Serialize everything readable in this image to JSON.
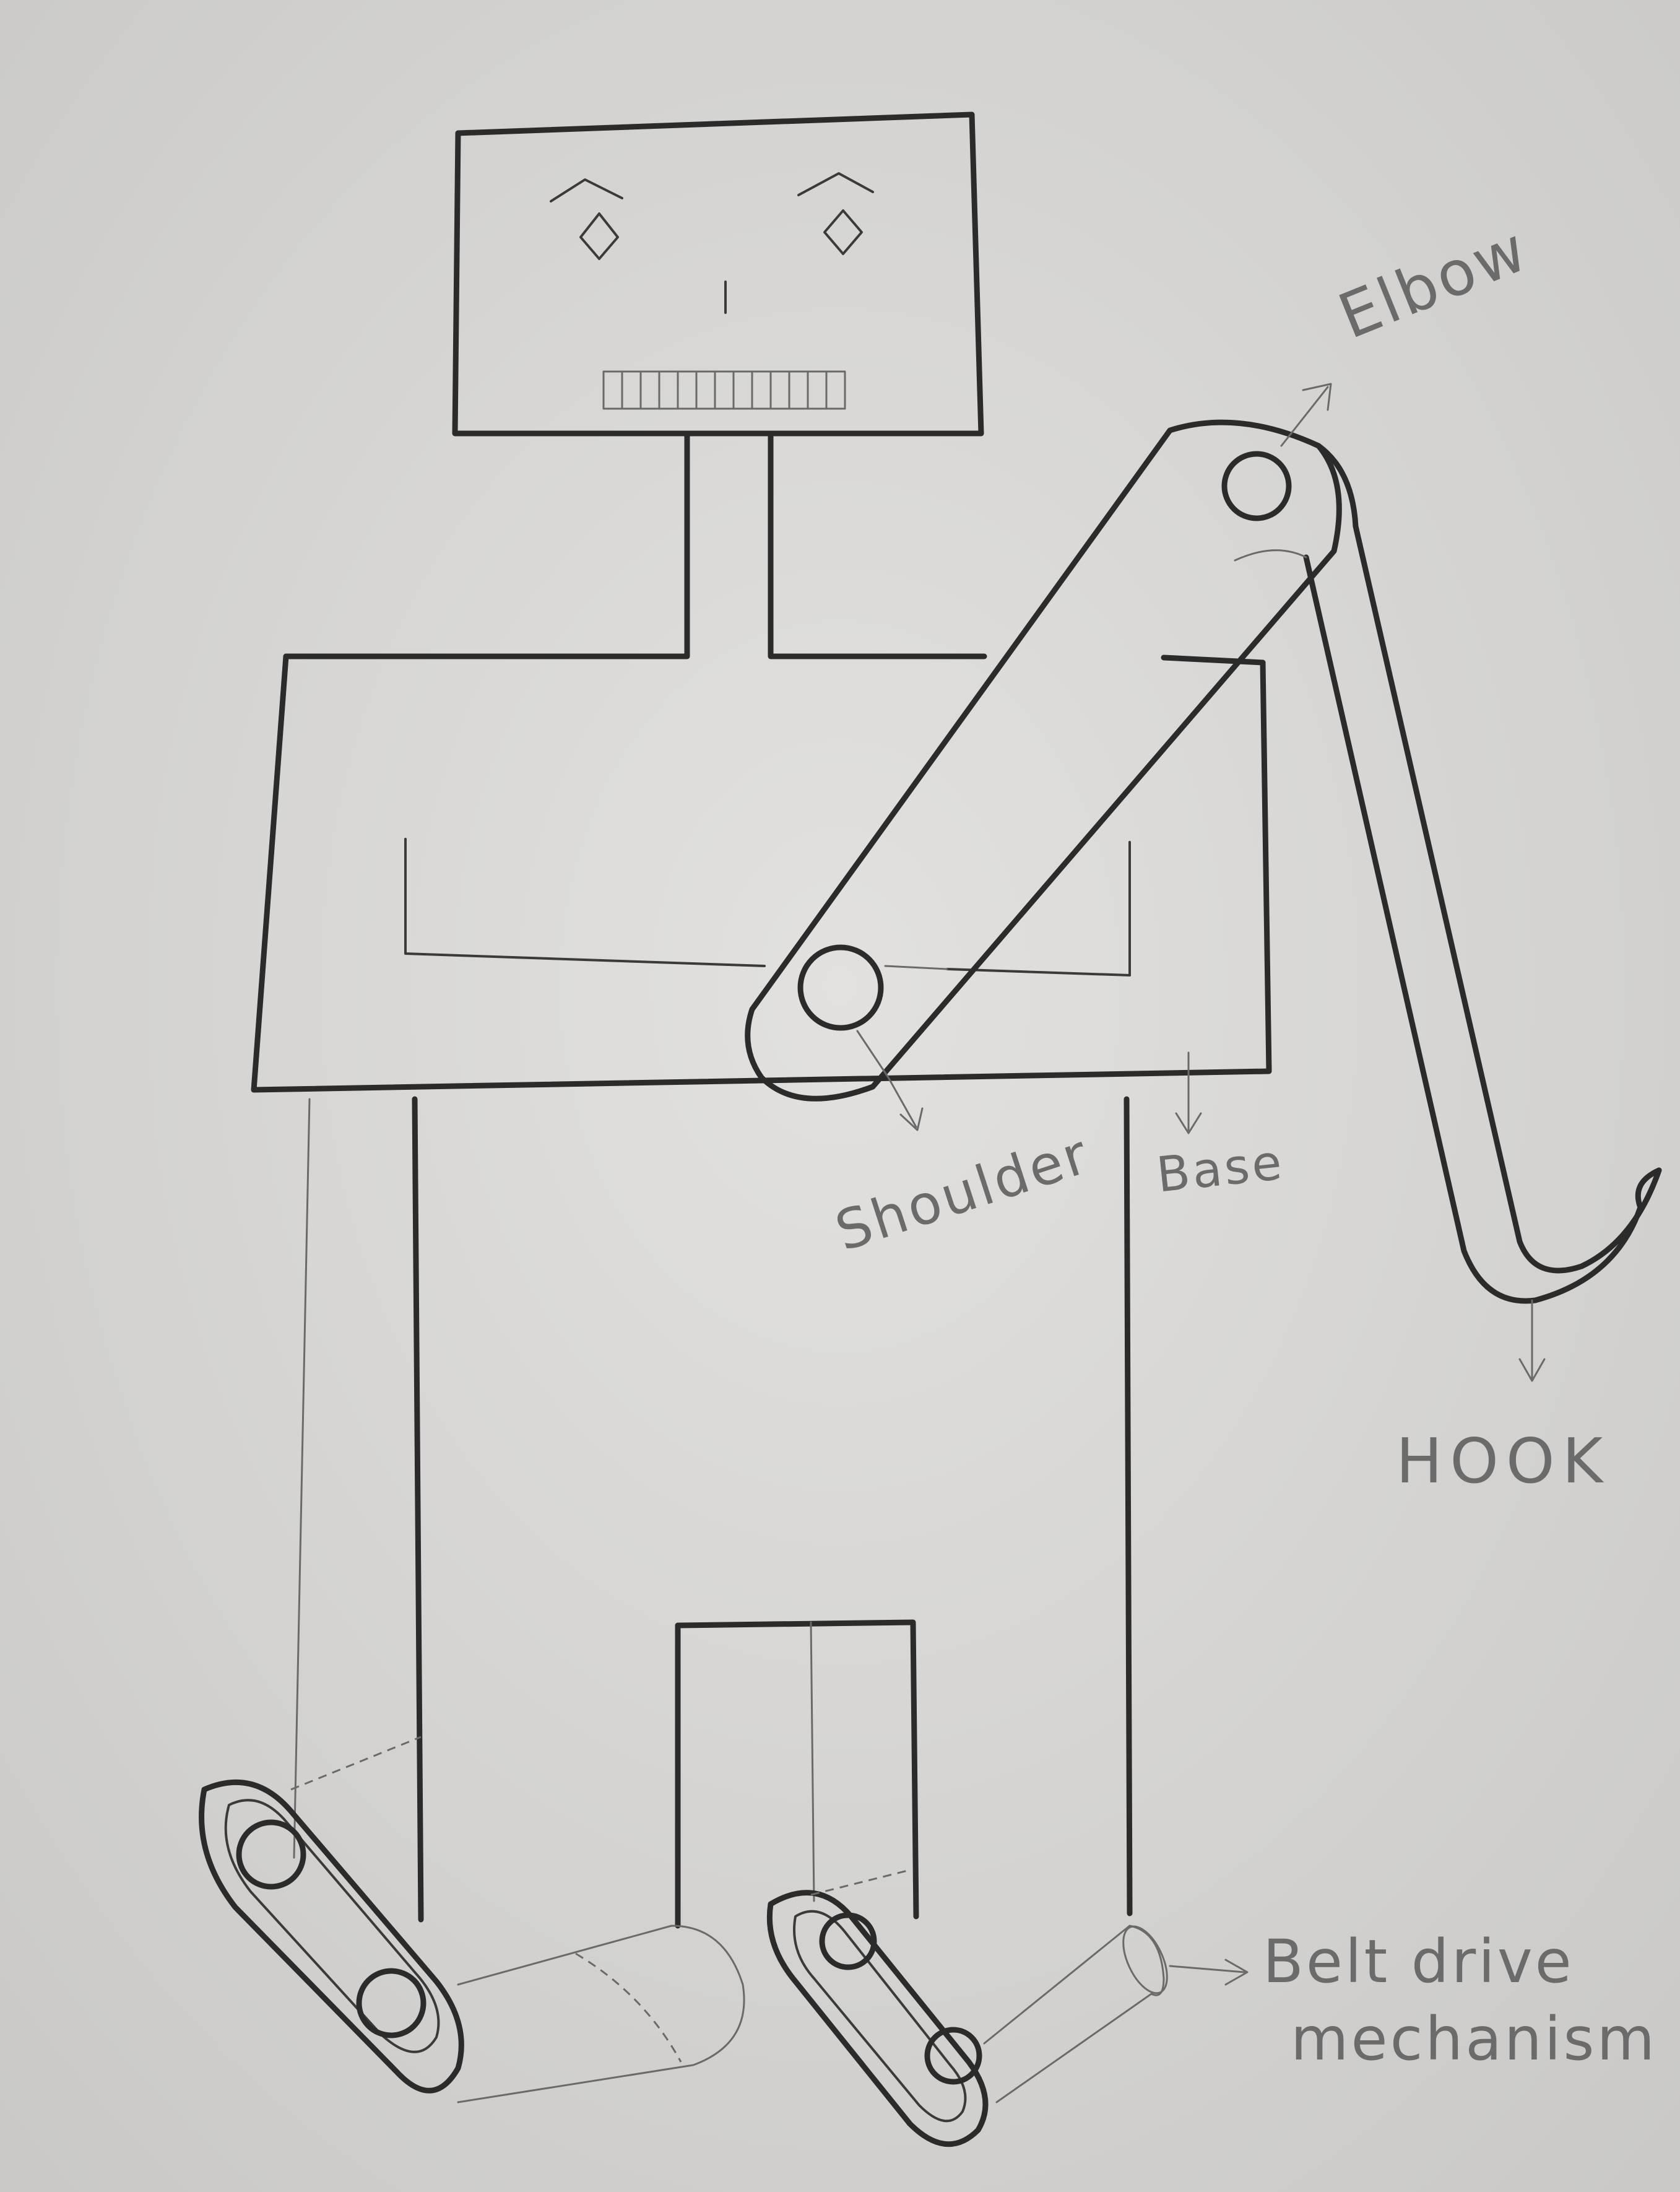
{
  "labels": {
    "elbow": "Elbow",
    "shoulder": "Shoulder",
    "base": "Base",
    "hook": "HOOK",
    "belt_drive_line1": "Belt drive",
    "belt_drive_line2": "mechanism"
  },
  "colors": {
    "paper": "#d9d8d6",
    "ink": "#2b2b2b",
    "pencil": "#6b6b6b"
  }
}
